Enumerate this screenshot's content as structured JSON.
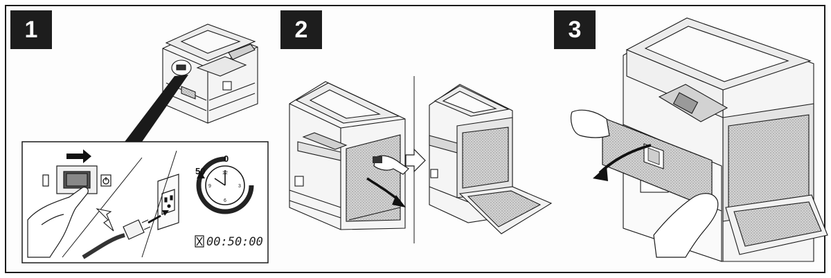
{
  "steps": [
    {
      "number": "1"
    },
    {
      "number": "2"
    },
    {
      "number": "3"
    }
  ],
  "timer": {
    "display": "00:50:00",
    "dial_top": "0",
    "dial_left": "50",
    "dial_marks": [
      "12",
      "3",
      "6",
      "9"
    ]
  },
  "icons": [
    "power-switch-icon",
    "standby-icon",
    "hourglass-icon",
    "clock-icon",
    "arrow-right-icon",
    "curved-arrow-icon"
  ],
  "colors": {
    "line": "#1a1a1a",
    "screen_tone": "#bdbdbd",
    "badge": "#1d1d1d"
  }
}
